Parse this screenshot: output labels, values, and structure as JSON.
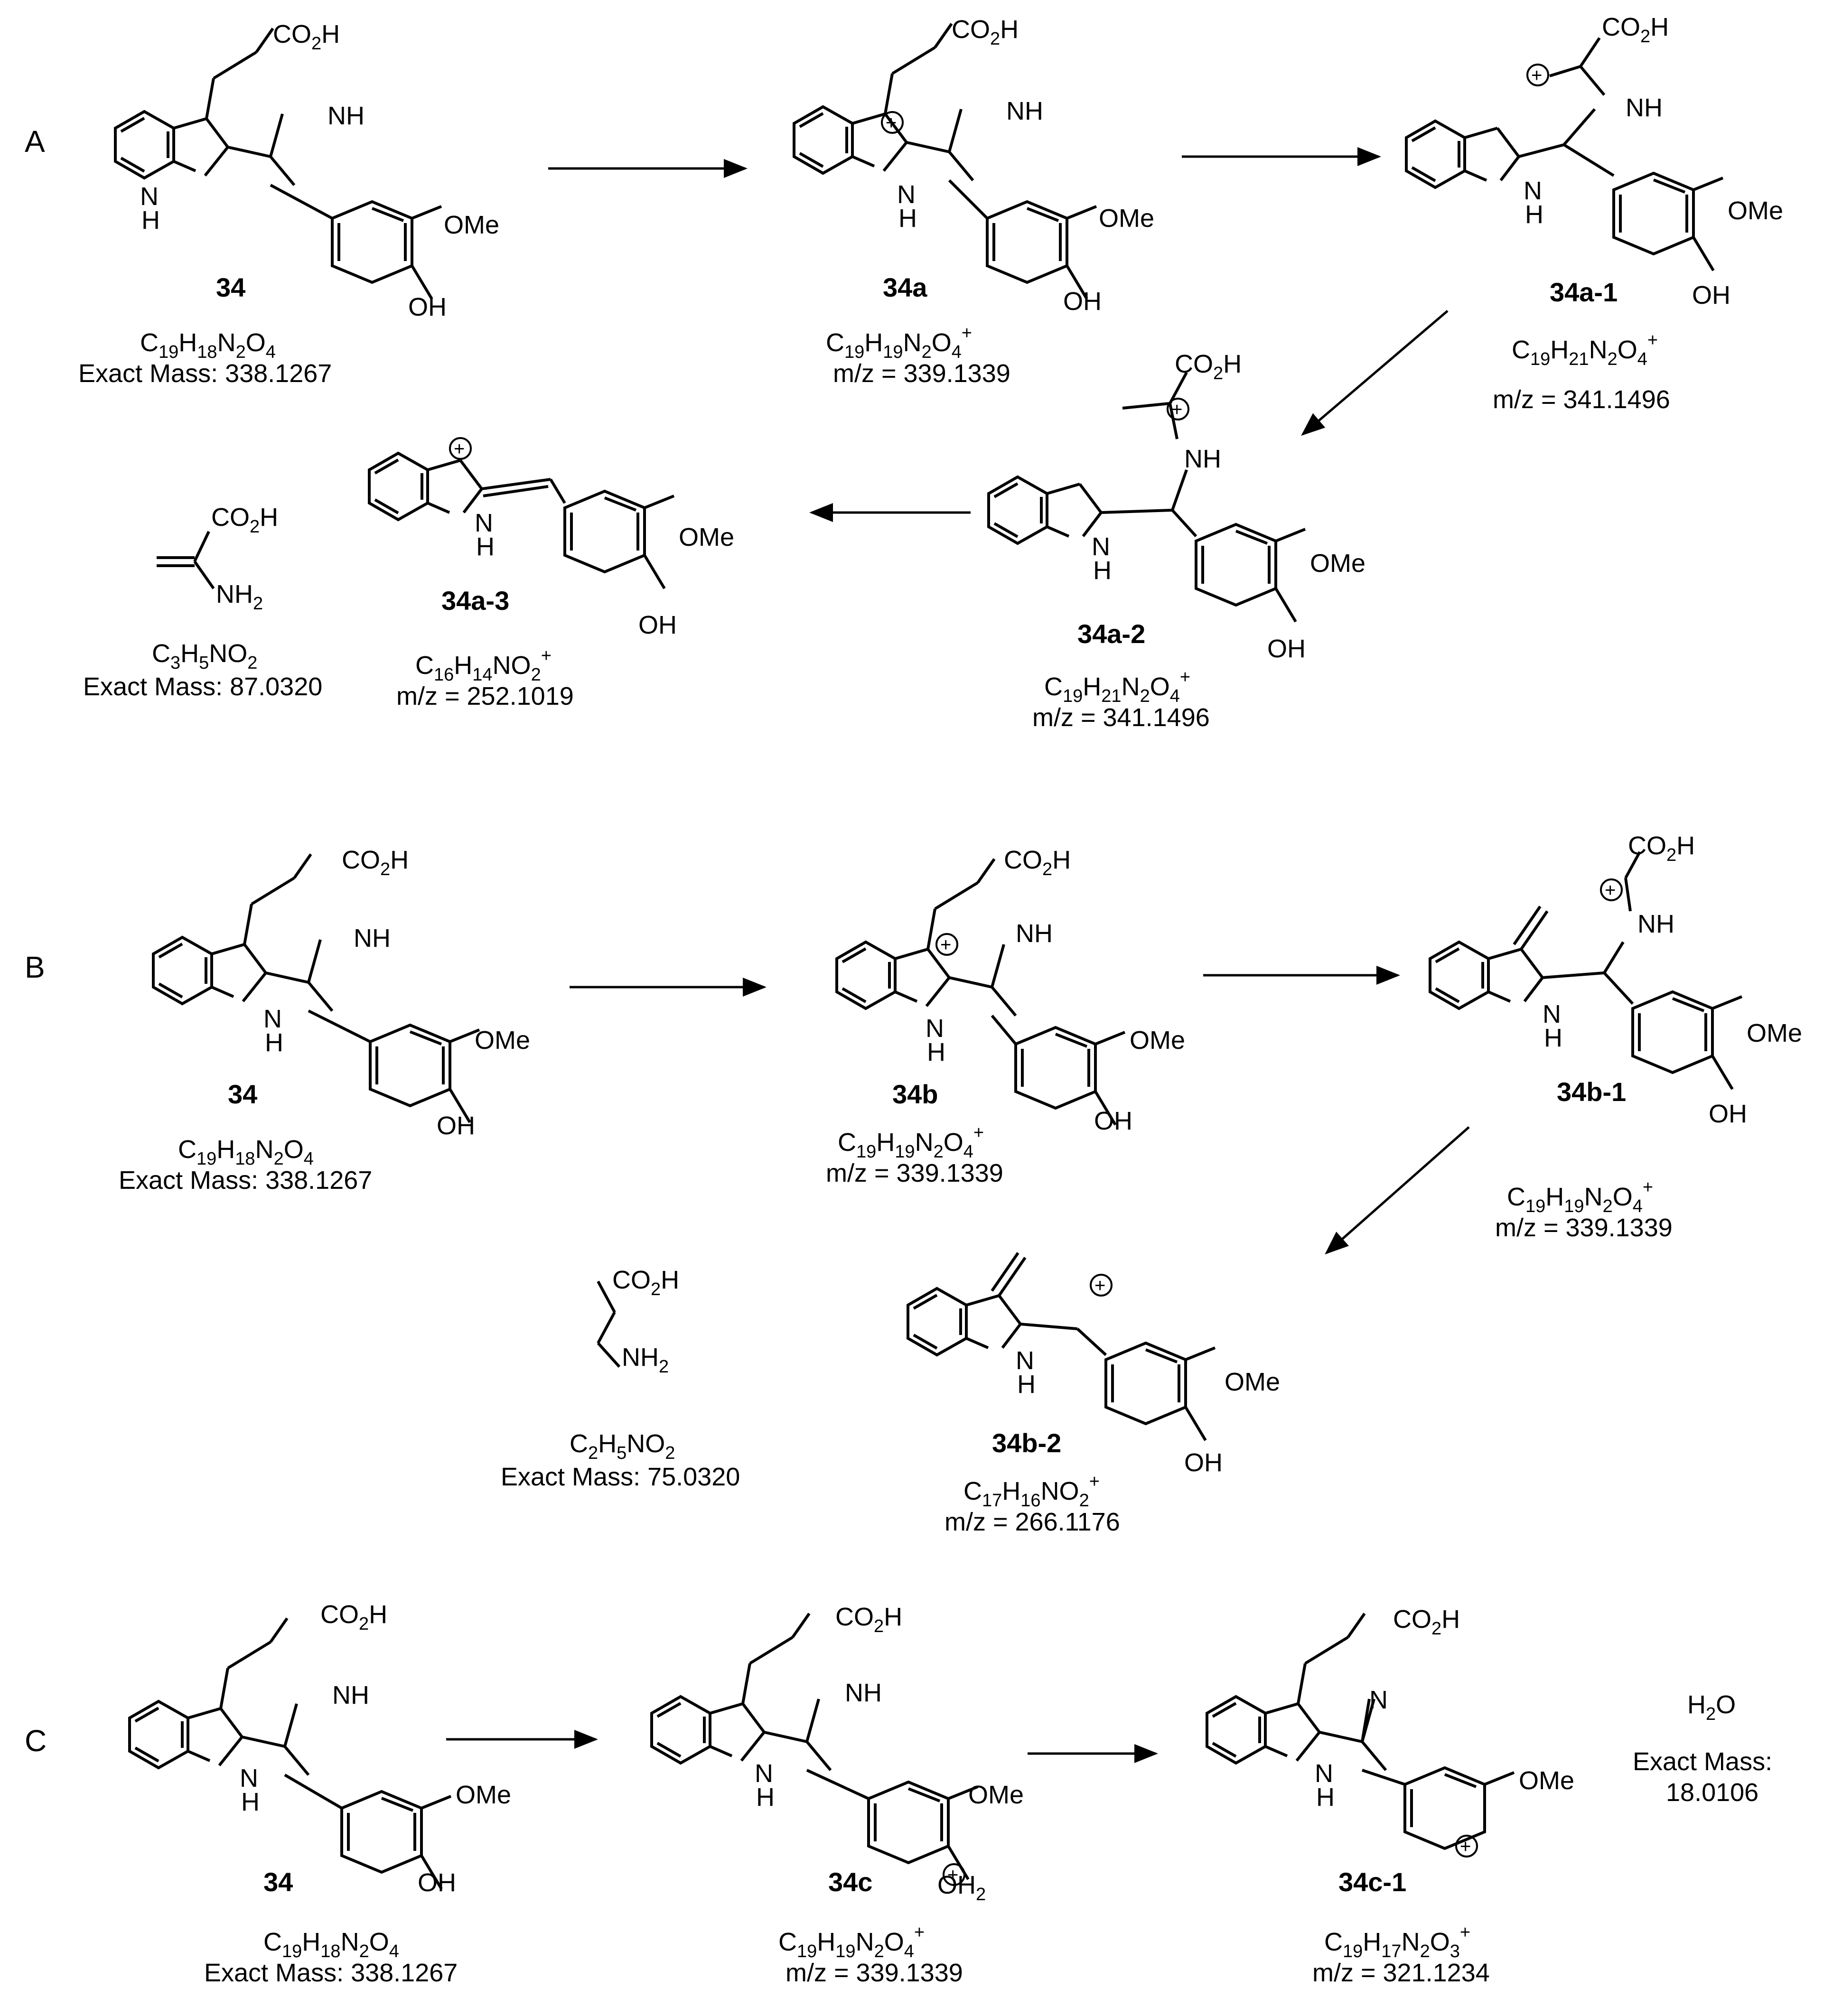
{
  "colors": {
    "ink": "#000000",
    "background": "#ffffff"
  },
  "sections": [
    {
      "letter": "A",
      "compounds": [
        {
          "label": "34",
          "formula": "C19H18N2O4",
          "mass": "Exact Mass: 338.1267",
          "groups": {
            "acid": "CO2H",
            "amine": "NH",
            "ring_nh": "N\nH",
            "methoxy": "OMe",
            "hydroxy": "OH"
          }
        },
        {
          "label": "34a",
          "formula": "C19H19N2O4+",
          "mass": "m/z = 339.1339"
        },
        {
          "label": "34a-1",
          "formula": "C19H21N2O4+",
          "mass": "m/z = 341.1496"
        },
        {
          "label": "34a-2",
          "formula": "C19H21N2O4+",
          "mass": "m/z = 341.1496"
        },
        {
          "label": "34a-3",
          "formula": "C16H14NO2+",
          "mass": "m/z = 252.1019"
        }
      ],
      "byproduct": {
        "formula": "C3H5NO2",
        "mass": "Exact Mass: 87.0320",
        "groups": [
          "CO2H",
          "NH2"
        ]
      }
    },
    {
      "letter": "B",
      "compounds": [
        {
          "label": "34",
          "formula": "C19H18N2O4",
          "mass": "Exact Mass: 338.1267"
        },
        {
          "label": "34b",
          "formula": "C19H19N2O4+",
          "mass": "m/z = 339.1339"
        },
        {
          "label": "34b-1",
          "formula": "C19H19N2O4+",
          "mass": "m/z = 339.1339"
        },
        {
          "label": "34b-2",
          "formula": "C17H16NO2+",
          "mass": "m/z = 266.1176"
        }
      ],
      "byproduct": {
        "formula": "C2H5NO2",
        "mass": "Exact Mass: 75.0320",
        "groups": [
          "CO2H",
          "NH2"
        ]
      }
    },
    {
      "letter": "C",
      "compounds": [
        {
          "label": "34",
          "formula": "C19H18N2O4",
          "mass": "Exact Mass: 338.1267"
        },
        {
          "label": "34c",
          "formula": "C19H19N2O4+",
          "mass": "m/z = 339.1339"
        },
        {
          "label": "34c-1",
          "formula": "C19H17N2O3+",
          "mass": "m/z = 321.1234"
        }
      ],
      "byproduct": {
        "formula": "H2O",
        "mass_label": "Exact Mass:",
        "mass_value": "18.0106"
      }
    }
  ],
  "atom_labels": {
    "acid": "CO2H",
    "amine": "NH",
    "imine": "N",
    "indole_n": "N",
    "indole_h": "H",
    "methoxy": "OMe",
    "hydroxy": "OH",
    "oxonium": "OH2",
    "charge": "+"
  }
}
